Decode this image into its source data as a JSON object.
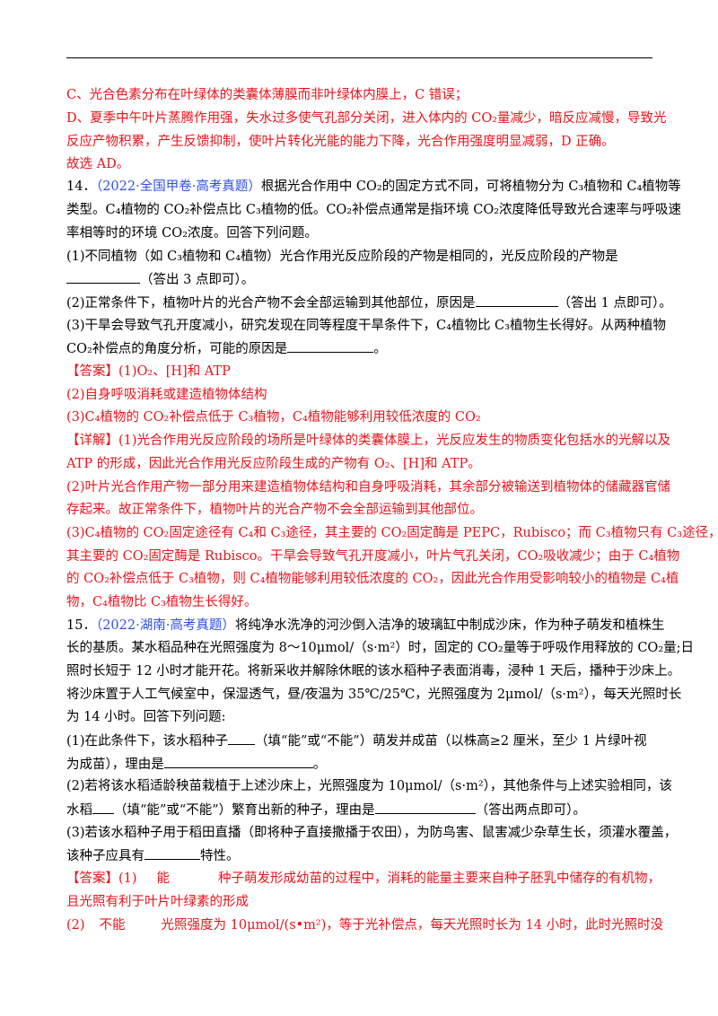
{
  "lines": {
    "l1": "C、光合色素分布在叶绿体的类囊体薄膜而非叶绿体内膜上，C 错误；",
    "l2": "D、夏季中午叶片蒸腾作用强，失水过多使气孔部分关闭，进入体内的 CO₂量减少，暗反应减慢，导致光",
    "l3": "反应产物积累，产生反馈抑制，使叶片转化光能的能力下降，光合作用强度明显减弱，D 正确。",
    "l4": "故选 AD。",
    "q14_num": "14．",
    "q14_src": "（2022·全国甲卷·高考真题）",
    "q14_l1": "根据光合作用中 CO₂的固定方式不同，可将植物分为 C₃植物和 C₄植物等",
    "q14_l2": "类型。C₄植物的 CO₂补偿点比 C₃植物的低。CO₂补偿点通常是指环境 CO₂浓度降低导致光合速率与呼吸速",
    "q14_l3": "率相等时的环境 CO₂浓度。回答下列问题。",
    "q14_p1a": "(1)不同植物（如 C₃植物和 C₄植物）光合作用光反应阶段的产物是相同的，光反应阶段的产物是",
    "q14_p1b": "（答出 3 点即可）。",
    "q14_p2a": "(2)正常条件下，植物叶片的光合产物不会全部运输到其他部位，原因是",
    "q14_p2b": "（答出 1 点即可）。",
    "q14_p3a": "(3)干旱会导致气孔开度减小，研究发现在同等程度干旱条件下，C₄植物比 C₃植物生长得好。从两种植物",
    "q14_p3b": "CO₂补偿点的角度分析，可能的原因是",
    "q14_p3c": "。",
    "q14_ans_tag": "【答案】",
    "q14_ans1": "(1)O₂、[H]和 ATP",
    "q14_ans2": "(2)自身呼吸消耗或建造植物体结构",
    "q14_ans3": "(3)C₄植物的 CO₂补偿点低于 C₃植物，C₄植物能够利用较低浓度的 CO₂",
    "q14_det_tag": "【详解】",
    "q14_det1": "(1)光合作用光反应阶段的场所是叶绿体的类囊体膜上，光反应发生的物质变化包括水的光解以及",
    "q14_det2": "ATP 的形成，因此光合作用光反应阶段生成的产物有 O₂、[H]和 ATP。",
    "q14_det3": "(2)叶片光合作用产物一部分用来建造植物体结构和自身呼吸消耗，其余部分被输送到植物体的储藏器官储",
    "q14_det4": "存起来。故正常条件下，植物叶片的光合产物不会全部运输到其他部位。",
    "q14_det5": "(3)C₄植物的 CO₂固定途径有 C₄和 C₃途径，其主要的 CO₂固定酶是 PEPC，Rubisco；而 C₃植物只有 C₃途径，",
    "q14_det6": "其主要的 CO₂固定酶是 Rubisco。干旱会导致气孔开度减小，叶片气孔关闭，CO₂吸收减少；由于 C₄植物",
    "q14_det7": "的 CO₂补偿点低于 C₃植物，则 C₄植物能够利用较低浓度的 CO₂，因此光合作用受影响较小的植物是 C₄植",
    "q14_det8": "物，C₄植物比 C₃植物生长得好。",
    "q15_num": "15．",
    "q15_src": "（2022·湖南·高考真题）",
    "q15_l1": "将纯净水洗净的河沙倒入洁净的玻璃缸中制成沙床，作为种子萌发和植株生",
    "q15_l2": "长的基质。某水稻品种在光照强度为 8～10μmol/（s·m²）时，固定的 CO₂量等于呼吸作用释放的 CO₂量;日",
    "q15_l3": "照时长短于 12 小时才能开花。将新采收并解除休眠的该水稻种子表面消毒，浸种 1 天后，播种于沙床上。",
    "q15_l4": "将沙床置于人工气候室中，保湿透气，昼/夜温为 35℃/25℃，光照强度为 2μmol/（s·m²），每天光照时长",
    "q15_l5": "为 14 小时。回答下列问题:",
    "q15_p1a": "(1)在此条件下，该水稻种子",
    "q15_p1b": "（填“能”或“不能”）萌发并成苗（以株高≥2 厘米，至少 1 片绿叶视",
    "q15_p1c": "为成苗），理由是",
    "q15_p1d": "。",
    "q15_p2a": "(2)若将该水稻适龄秧苗栽植于上述沙床上，光照强度为 10μmol/（s·m²），其他条件与上述实验相同，该",
    "q15_p2b": "水稻",
    "q15_p2c": "（填“能”或“不能”）繁育出新的种子，理由是",
    "q15_p2d": "（答出两点即可）。",
    "q15_p3a": "(3)若该水稻种子用于稻田直播（即将种子直接撒播于农田），为防鸟害、鼠害减少杂草生长，须灌水覆盖，",
    "q15_p3b": "该种子应具有",
    "q15_p3c": "特性。",
    "q15_ans_tag": "【答案】",
    "q15_ans1a": "(1)",
    "q15_ans1b": "能",
    "q15_ans1c": "种子萌发形成幼苗的过程中，消耗的能量主要来自种子胚乳中储存的有机物，",
    "q15_ans1d": "且光照有利于叶片叶绿素的形成",
    "q15_ans2a": "(2)",
    "q15_ans2b": "不能",
    "q15_ans2c": "光照强度为 10μmol/(s•m²)，等于光补偿点，每天光照时长为 14 小时，此时光照时没"
  }
}
